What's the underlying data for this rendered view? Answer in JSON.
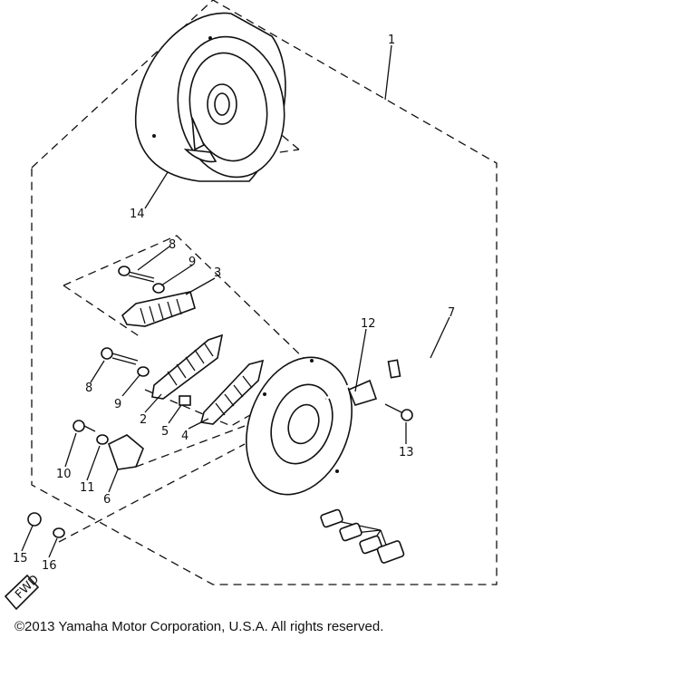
{
  "diagram": {
    "callouts": [
      {
        "id": "1",
        "text": "1"
      },
      {
        "id": "2",
        "text": "2"
      },
      {
        "id": "3",
        "text": "3"
      },
      {
        "id": "4",
        "text": "4"
      },
      {
        "id": "5",
        "text": "5"
      },
      {
        "id": "6",
        "text": "6"
      },
      {
        "id": "7",
        "text": "7"
      },
      {
        "id": "8a",
        "text": "8"
      },
      {
        "id": "8b",
        "text": "8"
      },
      {
        "id": "9a",
        "text": "9"
      },
      {
        "id": "9b",
        "text": "9"
      },
      {
        "id": "10",
        "text": "10"
      },
      {
        "id": "11",
        "text": "11"
      },
      {
        "id": "12",
        "text": "12"
      },
      {
        "id": "13",
        "text": "13"
      },
      {
        "id": "14",
        "text": "14"
      },
      {
        "id": "15",
        "text": "15"
      },
      {
        "id": "16",
        "text": "16"
      }
    ],
    "fwd_label": "FWD"
  },
  "footer": {
    "copyright": "©2013 Yamaha Motor Corporation, U.S.A. All rights reserved."
  }
}
